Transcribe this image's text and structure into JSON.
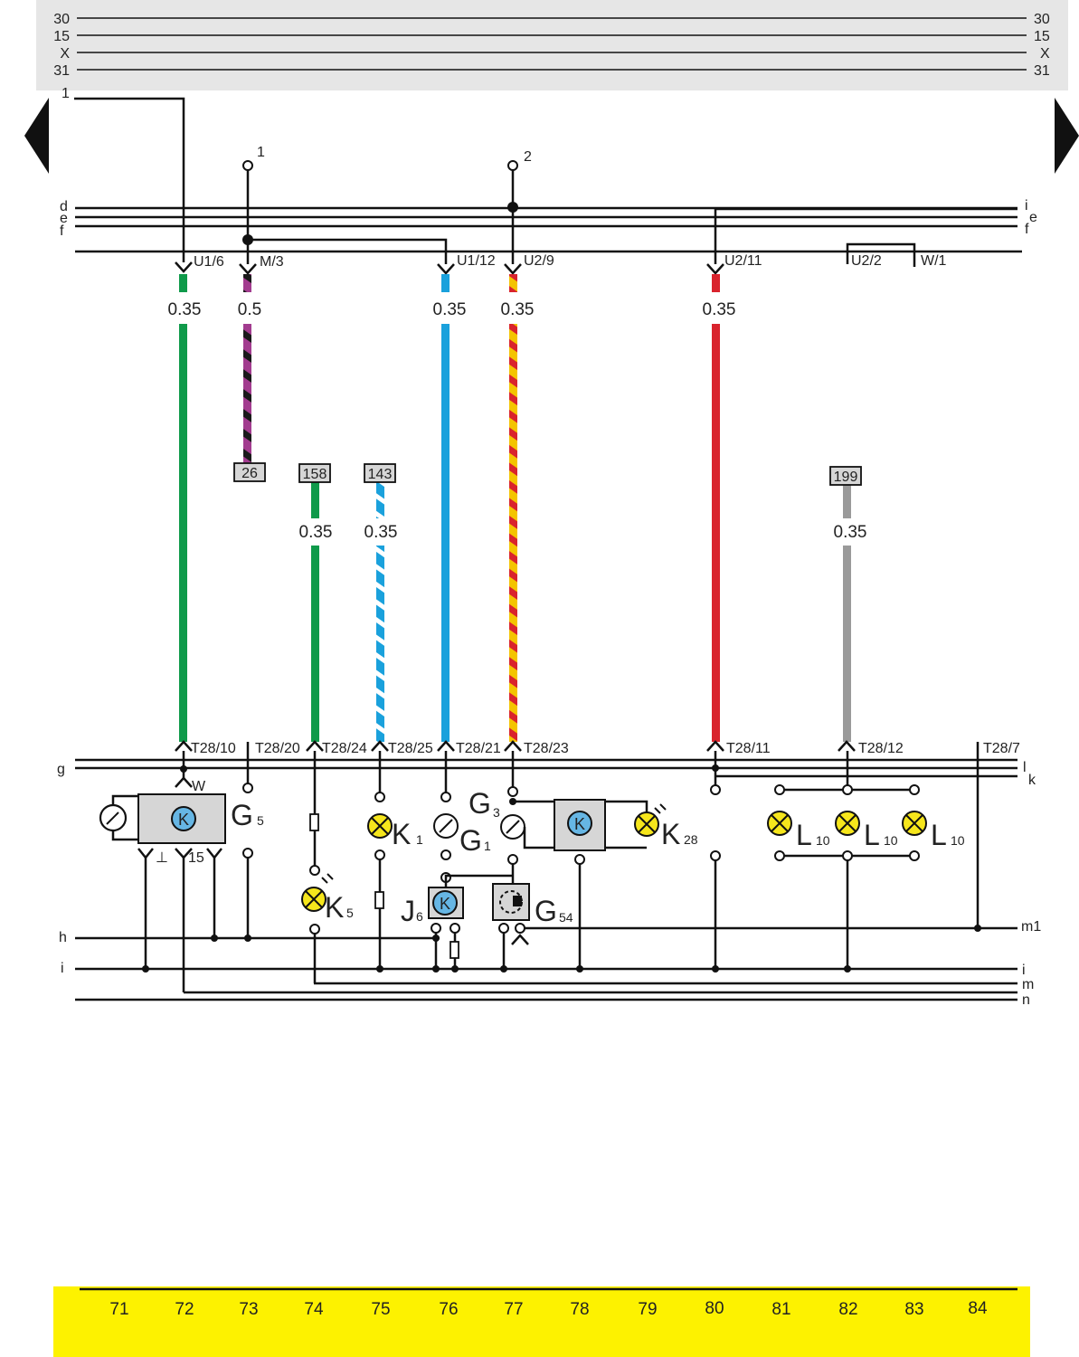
{
  "supply_bus": {
    "labels": [
      "30",
      "15",
      "X",
      "31"
    ]
  },
  "references": {
    "left_1": "1",
    "top_1": "1",
    "top_2": "2"
  },
  "lines": {
    "d": "d",
    "e": "e",
    "f": "f",
    "i": "i",
    "g": "g",
    "h": "h",
    "l": "l",
    "k": "k",
    "m": "m",
    "m1": "m1",
    "n": "n"
  },
  "top_connectors": [
    "U1/6",
    "M/3",
    "U1/12",
    "U2/9",
    "U2/11",
    "U2/2",
    "W/1"
  ],
  "wire_sizes_top": [
    "0.35",
    "0.5",
    "0.35",
    "0.35",
    "0.35"
  ],
  "cross_refs": [
    "26",
    "158",
    "143",
    "199"
  ],
  "wire_sizes_mid": [
    "0.35",
    "0.35",
    "0.35"
  ],
  "bottom_connectors": [
    "T28/10",
    "T28/20",
    "T28/24",
    "T28/25",
    "T28/21",
    "T28/23",
    "T28/11",
    "T28/12",
    "T28/7"
  ],
  "pin_labels": {
    "w": "W",
    "ground": "⊥",
    "p15": "15"
  },
  "components": {
    "g5": "G",
    "g5_sub": "5",
    "k1": "K",
    "k1_sub": "1",
    "g1": "G",
    "g1_sub": "1",
    "g3": "G",
    "g3_sub": "3",
    "k28": "K",
    "k28_sub": "28",
    "k5": "K",
    "k5_sub": "5",
    "j6": "J",
    "j6_sub": "6",
    "g54": "G",
    "g54_sub": "54",
    "l10": "L",
    "l10_sub": "10",
    "module_mark": "K"
  },
  "grid_numbers": [
    "71",
    "72",
    "73",
    "74",
    "75",
    "76",
    "77",
    "78",
    "79",
    "80",
    "81",
    "82",
    "83",
    "84"
  ],
  "colors": {
    "green": "#0f9a4a",
    "violet": "#a23c8f",
    "blue": "#1aa1dc",
    "yellow": "#f4c400",
    "red": "#d9232d",
    "grey": "#9a9a9a",
    "bulb": "#f6e61c",
    "module_circle": "#66b6e4",
    "footer": "#fdf200",
    "header": "#e6e6e6"
  }
}
